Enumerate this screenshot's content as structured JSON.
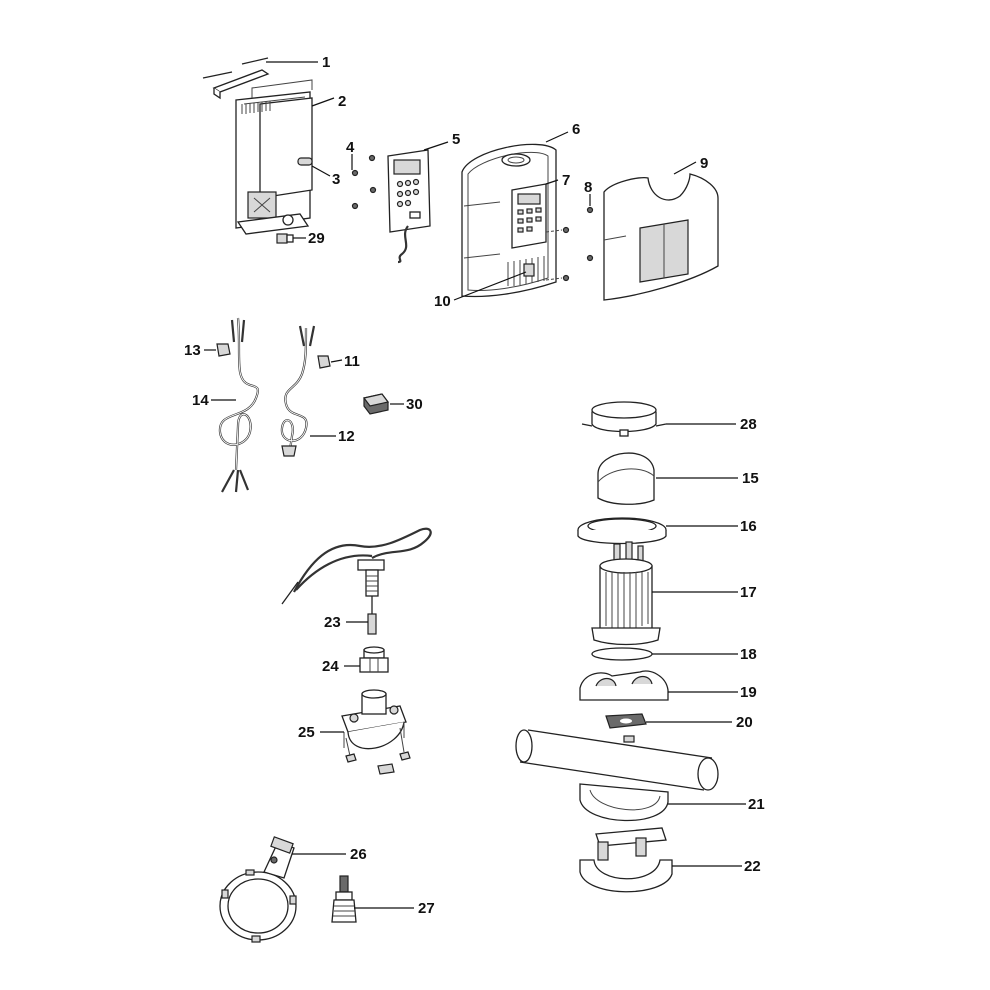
{
  "diagram": {
    "callouts": {
      "p1": "1",
      "p2": "2",
      "p3": "3",
      "p4": "4",
      "p5": "5",
      "p6": "6",
      "p7": "7",
      "p8": "8",
      "p9": "9",
      "p10": "10",
      "p11": "11",
      "p12": "12",
      "p13": "13",
      "p14": "14",
      "p15": "15",
      "p16": "16",
      "p17": "17",
      "p18": "18",
      "p19": "19",
      "p20": "20",
      "p21": "21",
      "p22": "22",
      "p23": "23",
      "p24": "24",
      "p25": "25",
      "p26": "26",
      "p27": "27",
      "p28": "28",
      "p29": "29",
      "p30": "30"
    }
  }
}
